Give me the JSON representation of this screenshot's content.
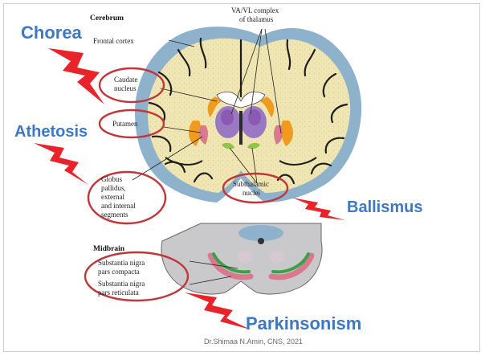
{
  "headings": {
    "cerebrum": "Cerebrum",
    "midbrain": "Midbrain"
  },
  "labels": {
    "va_vl_line1": "VA/VL complex",
    "va_vl_line2": "of thalamus",
    "frontal_cortex": "Frontal cortex",
    "caudate_line1": "Caudate",
    "caudate_line2": "nucleus",
    "putamen": "Putamen",
    "globus_line1": "Globus",
    "globus_line2": "pallidus,",
    "globus_line3": "external",
    "globus_line4": "and internal",
    "globus_line5": "segments",
    "subthalamic_line1": "Subthalamic",
    "subthalamic_line2": "nuclei",
    "sn_compacta_line1": "Substantia nigra",
    "sn_compacta_line2": "pars compacta",
    "sn_reticulata_line1": "Substantia nigra",
    "sn_reticulata_line2": "pars reticulata"
  },
  "disorders": {
    "chorea": "Chorea",
    "athetosis": "Athetosis",
    "ballismus": "Ballismus",
    "parkinsonism": "Parkinsonism"
  },
  "credit": "Dr.Shimaa N.Amin, CNS, 2021",
  "colors": {
    "disease_text": "#3d78c4",
    "ellipse_outline": "#c0363a",
    "lightning": "#e8232a",
    "white_matter": "#efe6b4",
    "cortex": "#8fb2cc",
    "caudate_putamen": "#f09a1e",
    "globus_pallidus": "#9b79c2",
    "thalamus_va_vl": "#8a5ab4",
    "subthalamic": "#8fc34a",
    "substantia_nigra_compacta": "#3aa04a",
    "substantia_nigra_reticulata": "#d97a8c",
    "midbrain_tissue": "#c9c9cc",
    "red_nucleus": "#d7c9d2"
  }
}
